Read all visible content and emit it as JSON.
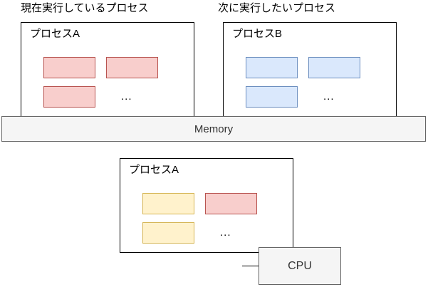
{
  "diagram": {
    "title_left": "現在実行しているプロセス",
    "title_right": "次に実行したいプロセス",
    "memory_label": "Memory",
    "cpu_label": "CPU",
    "ellipsis": "...",
    "colors": {
      "pink_fill": "#f8cecc",
      "pink_border": "#b85450",
      "blue_fill": "#dae8fc",
      "blue_border": "#6c8ebf",
      "yellow_fill": "#fff2cc",
      "yellow_border": "#d6b656",
      "gray_fill": "#f5f5f5",
      "gray_border": "#666666",
      "box_border": "#000000"
    },
    "boxes": [
      {
        "id": "running-process",
        "label": "プロセスA",
        "caption": "現在実行しているプロセス",
        "blocks": [
          "pink",
          "pink",
          "pink"
        ]
      },
      {
        "id": "next-process",
        "label": "プロセスB",
        "caption": "次に実行したいプロセス",
        "blocks": [
          "blue",
          "blue",
          "blue"
        ]
      },
      {
        "id": "cpu-process",
        "label": "プロセスA",
        "caption": "",
        "blocks": [
          "yellow",
          "pink",
          "yellow"
        ]
      }
    ]
  }
}
